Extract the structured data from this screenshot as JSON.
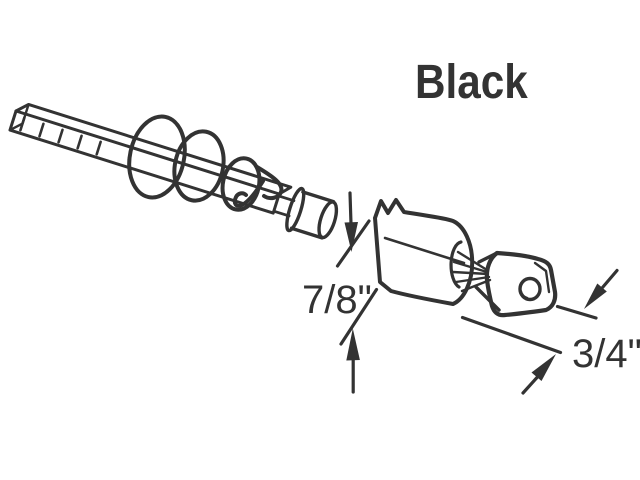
{
  "labels": {
    "finish": "Black",
    "height_dimension": "7/8\"",
    "width_dimension": "3/4\""
  },
  "colors": {
    "ink": "#333333",
    "background": "#ffffff"
  }
}
